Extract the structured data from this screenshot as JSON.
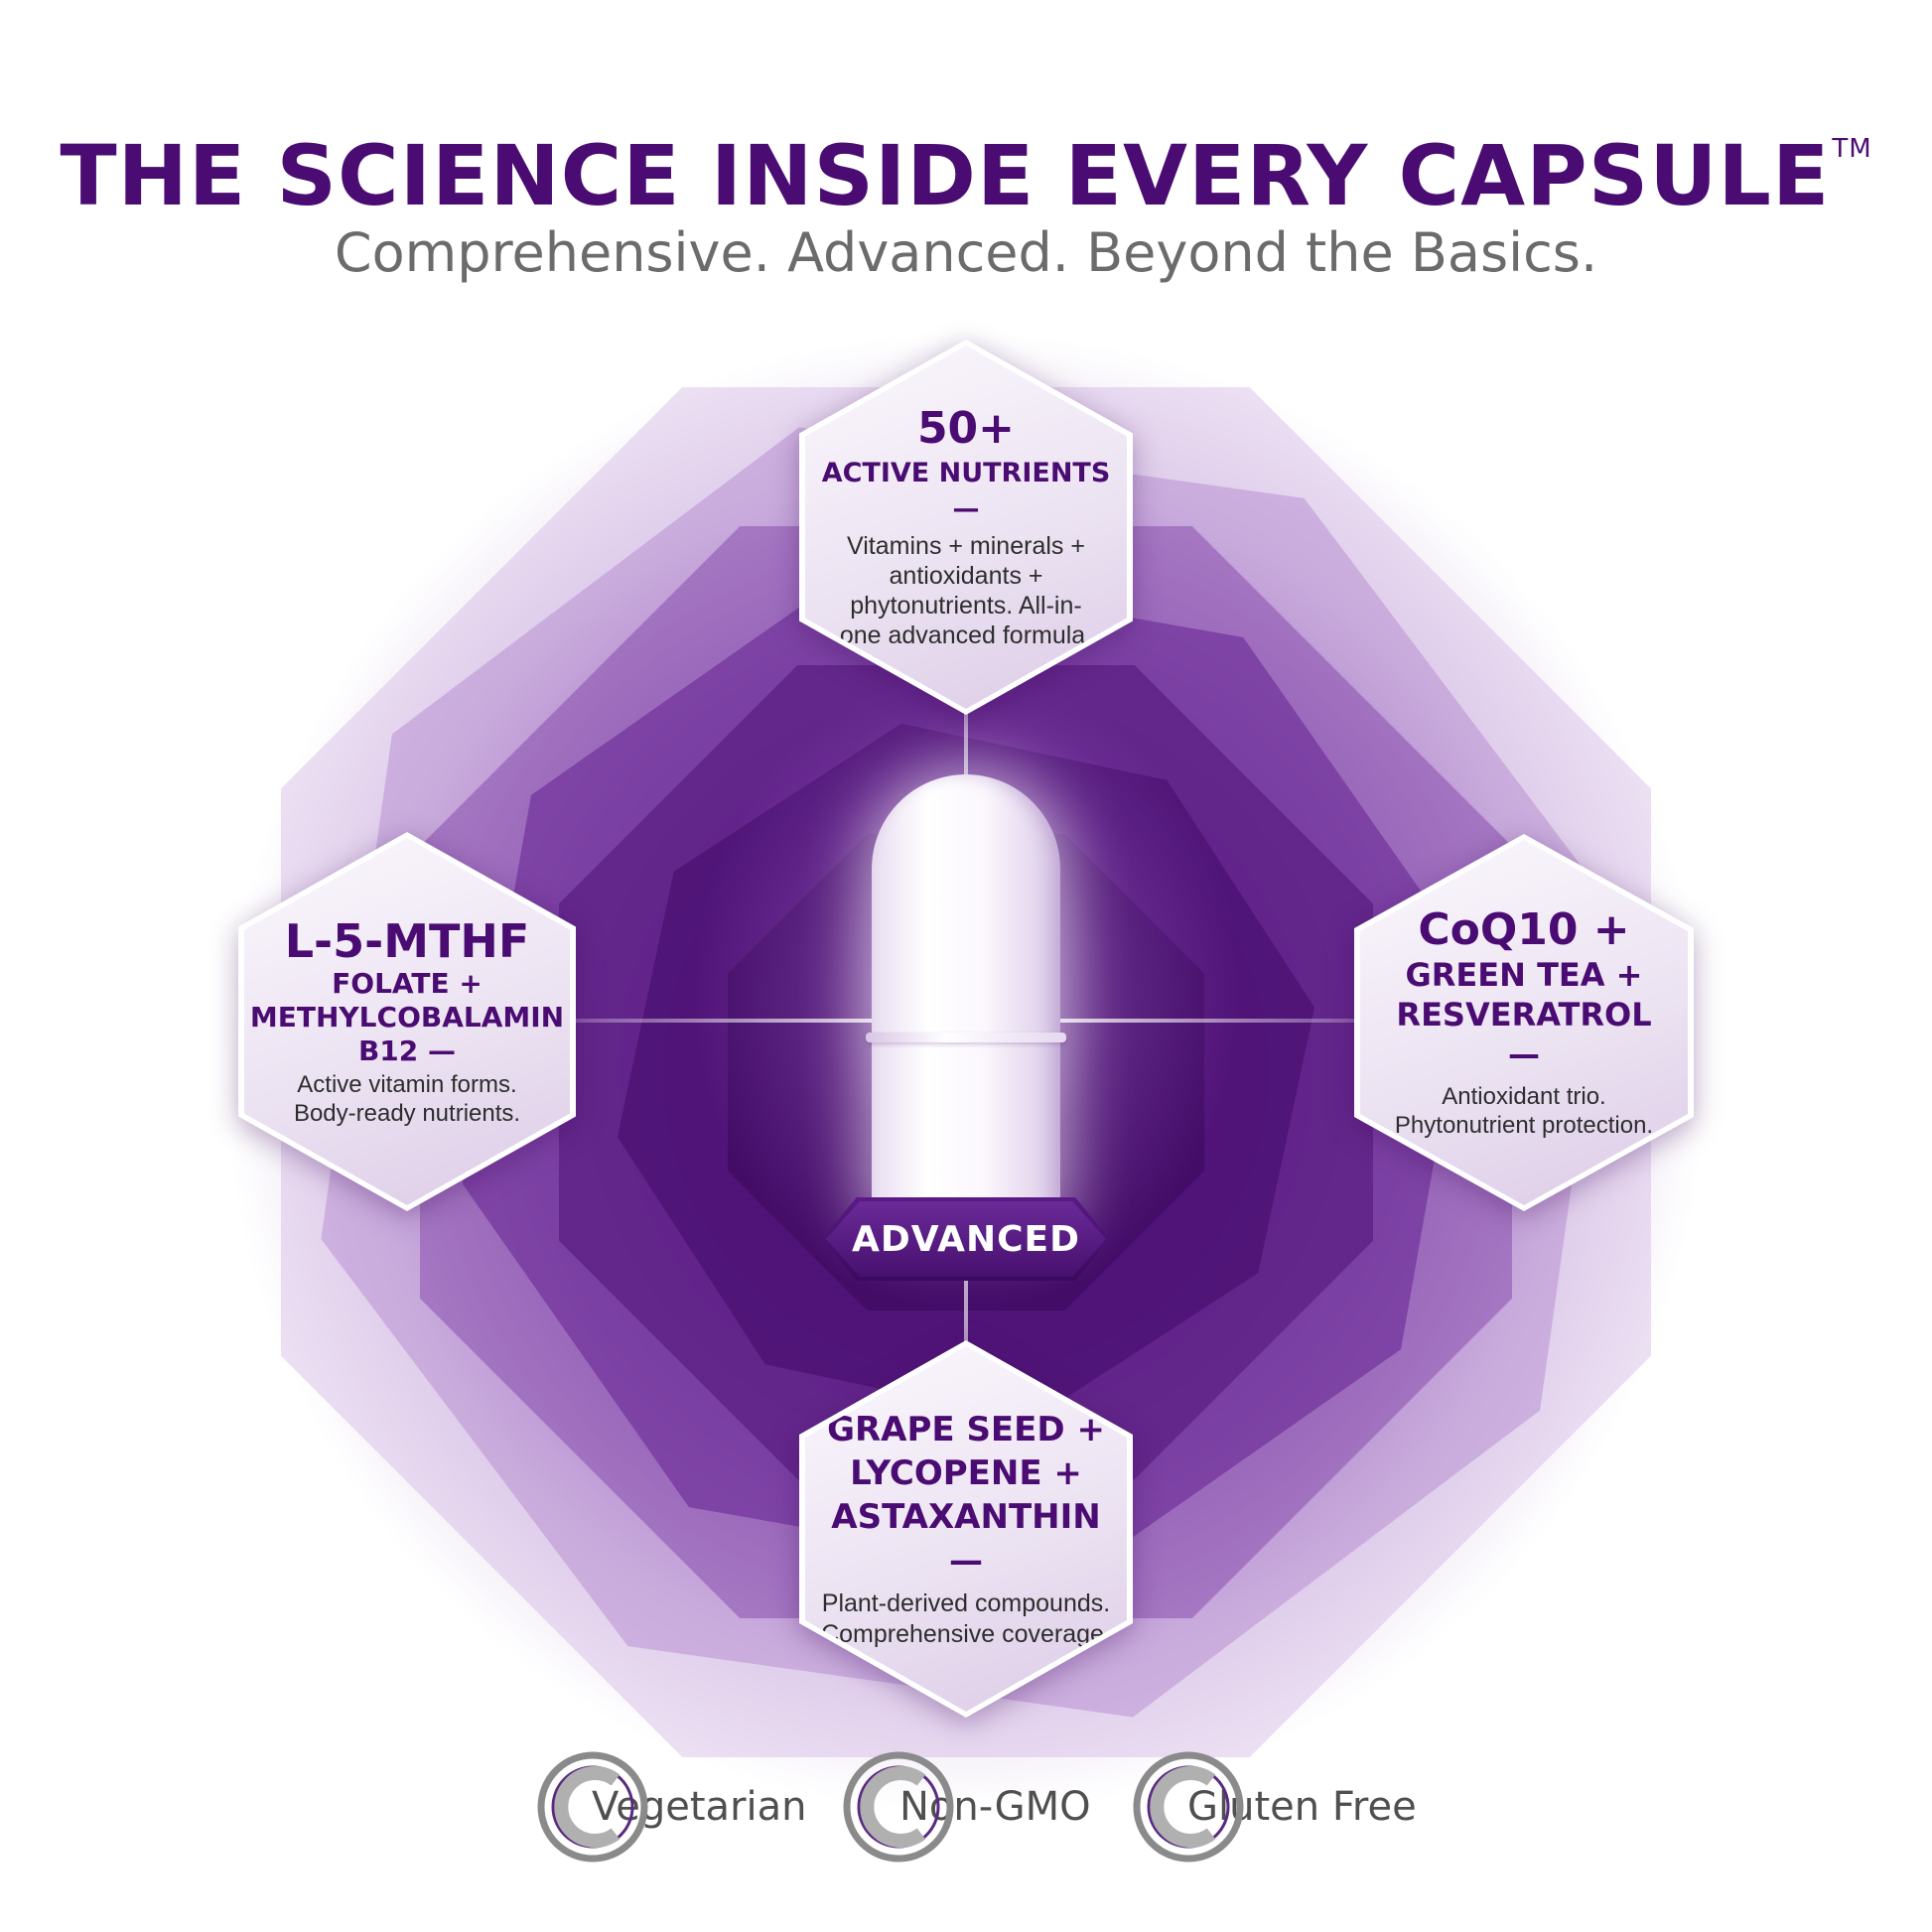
{
  "header": {
    "title": "THE SCIENCE INSIDE EVERY CAPSULE",
    "trademark": "TM",
    "subtitle": "Comprehensive. Advanced. Beyond the Basics."
  },
  "capsule": {
    "badge_label": "ADVANCED"
  },
  "cards": {
    "top": {
      "big": "50+",
      "heading": "ACTIVE NUTRIENTS —",
      "body": "Vitamins + minerals + antioxidants + phytonutrients. All-in-one advanced formula."
    },
    "left": {
      "big": "L-5-MTHF",
      "heading": "FOLATE + METHYLCOBALAMIN B12 —",
      "body": "Active vitamin forms. Body-ready nutrients."
    },
    "right": {
      "big": "CoQ10 +",
      "heading": "GREEN TEA + RESVERATROL —",
      "body": "Antioxidant trio. Phytonutrient protection."
    },
    "bottom": {
      "heading": "GRAPE SEED + LYCOPENE + ASTAXANTHIN —",
      "body": "Plant-derived compounds. Comprehensive coverage."
    }
  },
  "badges": [
    {
      "label": "Vegetarian",
      "icon": "c-ring-icon"
    },
    {
      "label": "Non-GMO",
      "icon": "c-ring-icon"
    },
    {
      "label": "Gluten Free",
      "icon": "c-ring-icon"
    }
  ],
  "colors": {
    "brand_purple": "#4a0c72",
    "subtitle_gray": "#6b6b6b",
    "badge_ring": "#8a8a8a"
  }
}
